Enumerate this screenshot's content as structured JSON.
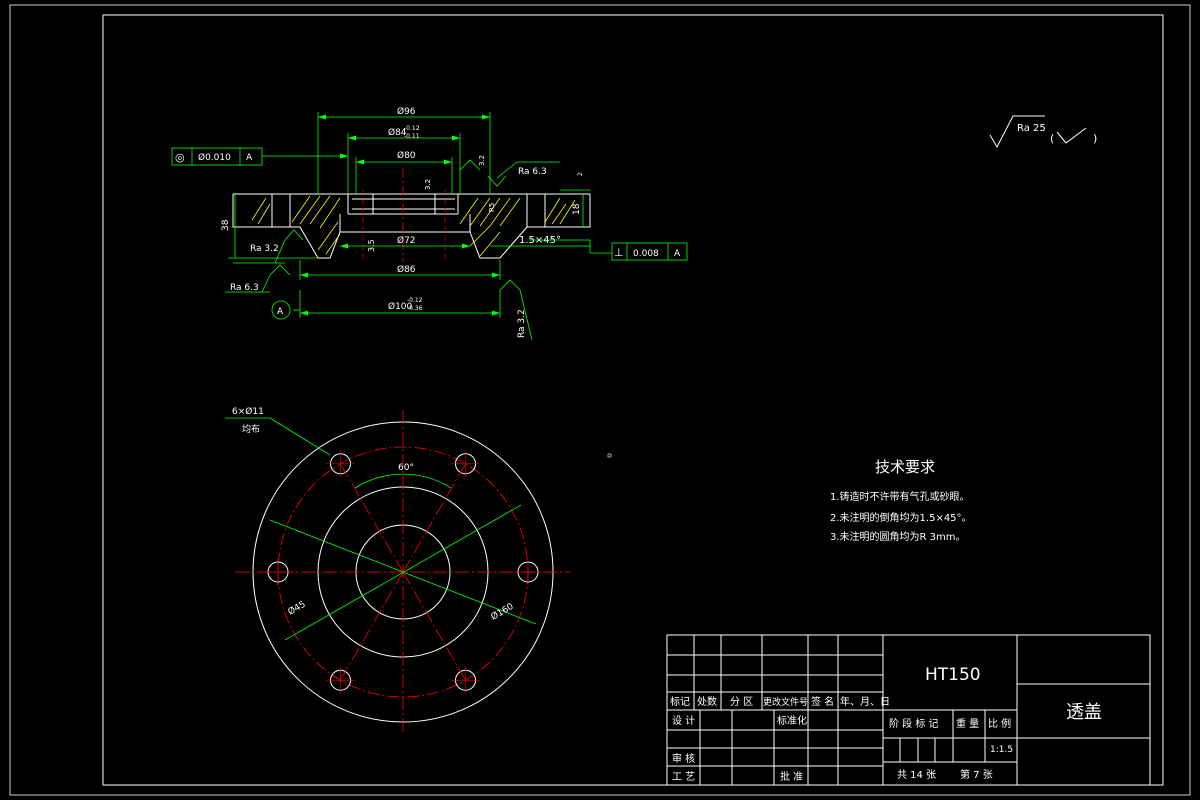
{
  "colors": {
    "background": "#000000",
    "frame": "#ffffff",
    "dimension": "#00ff00",
    "centerline": "#ff0000",
    "hatch": "#ffff00",
    "text": "#ffffff"
  },
  "section_view": {
    "dims": {
      "d96": "Ø96",
      "d84": "Ø84",
      "d84_tol_upper": "-0.12",
      "d84_tol_lower": "-0.11",
      "d80": "Ø80",
      "d72": "Ø72",
      "d86": "Ø86",
      "d100": "Ø100",
      "d100_tol_upper": "-0.12",
      "d100_tol_lower": "-0.36",
      "h38": "38",
      "h18": "18",
      "h2": "2",
      "h35": "3.5",
      "h32": "3.2",
      "r5": "R5",
      "chamfer": "1.5×45°"
    },
    "roughness": {
      "ra63_top": "Ra 6.3",
      "ra32_left": "Ra 3.2",
      "ra63_left": "Ra 6.3",
      "ra32_bottom": "Ra 3.2",
      "ra32_inner": "3.2"
    },
    "tolerance_frames": {
      "concentricity_symbol": "◎",
      "concentricity_value": "Ø0.010",
      "concentricity_datum": "A",
      "perpendicular_symbol": "⊥",
      "perpendicular_value": "0.008",
      "perpendicular_datum": "A"
    },
    "datum_label": "A"
  },
  "plan_view": {
    "holes_label": "6×Ø11",
    "holes_note": "均布",
    "angle": "60°",
    "pcd": "Ø45",
    "outer_dia": "Ø160"
  },
  "surface_finish_note": {
    "value": "Ra 25",
    "paren_open": "(",
    "paren_close": ")"
  },
  "tech_requirements": {
    "title": "技术要求",
    "items": [
      "1.铸造时不许带有气孔或砂眼。",
      "2.未注明的倒角均为1.5×45°。",
      "3.未注明的圆角均为R 3mm。"
    ]
  },
  "title_block": {
    "material": "HT150",
    "part_name": "透盖",
    "revision_headers": [
      "标记",
      "处数",
      "分 区",
      "更改文件号",
      "签 名",
      "年、月、日"
    ],
    "design": "设 计",
    "standardize": "标准化",
    "review": "审 核",
    "process": "工 艺",
    "approve": "批 准",
    "stage_mark": "阶 段 标 记",
    "weight": "重 量",
    "scale_label": "比 例",
    "scale": "1:1.5",
    "sheets_total": "共 14 张",
    "sheet_no": "第 7 张"
  }
}
